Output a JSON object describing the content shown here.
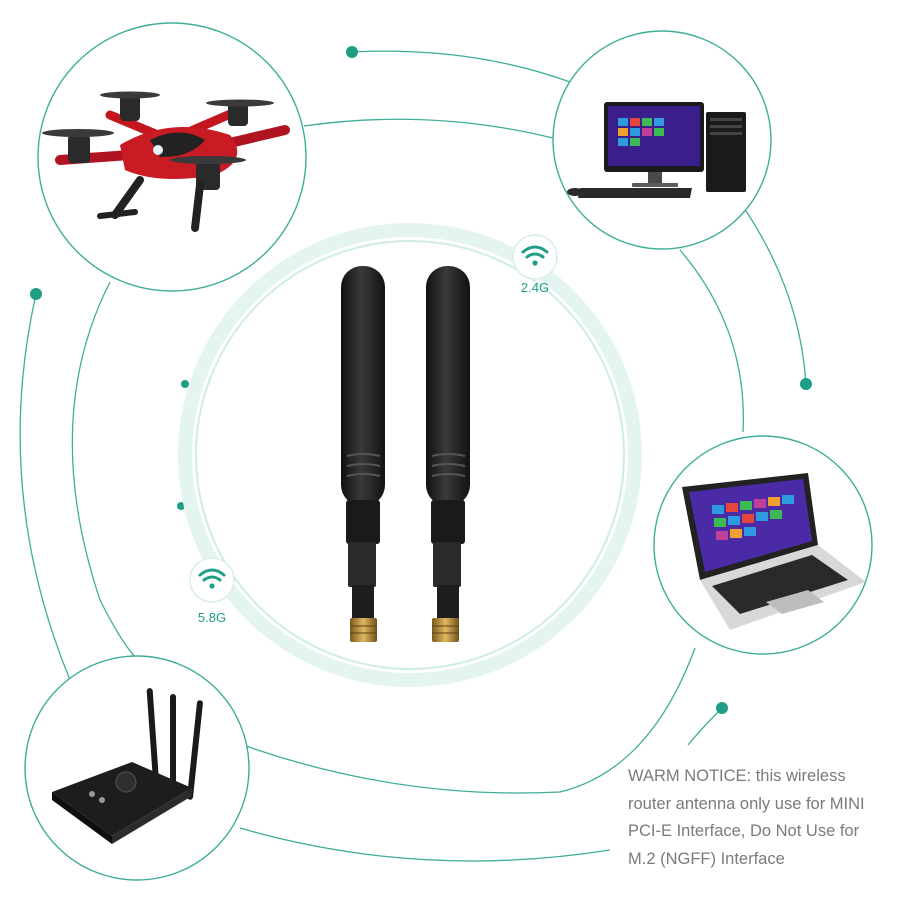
{
  "bands": {
    "band_24": "2.4G",
    "band_58": "5.8G"
  },
  "notice": {
    "lines": [
      "WARM NOTICE: this wireless",
      "router antenna only use for MINI",
      "PCI-E Interface, Do Not Use for",
      "M.2 (NGFF) Interface"
    ]
  },
  "devices": {
    "top_left": "drone",
    "top_right": "desktop-computer",
    "right": "laptop",
    "bottom_left": "wifi-router"
  },
  "icons": [
    "wifi-icon",
    "wifi-icon"
  ],
  "colors": {
    "accent": "#1f9e86",
    "ring": "#d4efe9",
    "line": "#3fae98",
    "antenna": "#222222",
    "notice_text": "#7a7a7a"
  }
}
